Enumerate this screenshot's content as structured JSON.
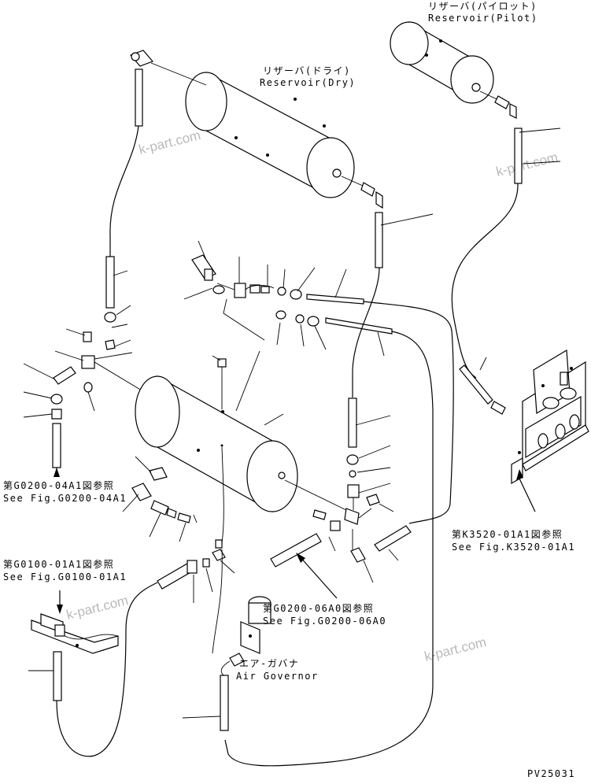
{
  "labels": {
    "reservoir_pilot_jp": "リザーバ(パイロット)",
    "reservoir_pilot_en": "Reservoir(Pilot)",
    "reservoir_dry_jp": "リザーバ(ドライ)",
    "reservoir_dry_en": "Reservoir(Dry)",
    "see_g0200_04a1_jp": "第G0200-04A1図参照",
    "see_g0200_04a1_en": "See Fig.G0200-04A1",
    "see_g0100_01a1_jp": "第G0100-01A1図参照",
    "see_g0100_01a1_en": "See Fig.G0100-01A1",
    "see_k3520_01a1_jp": "第K3520-01A1図参照",
    "see_k3520_01a1_en": "See Fig.K3520-01A1",
    "see_g0200_06a0_jp": "第G0200-06A0図参照",
    "see_g0200_06a0_en": "See Fig.G0200-06A0",
    "air_governor_jp": "エア-ガバナ",
    "air_governor_en": "Air Governor",
    "drawing_code": "PV25031"
  },
  "watermark": "k-part.com"
}
